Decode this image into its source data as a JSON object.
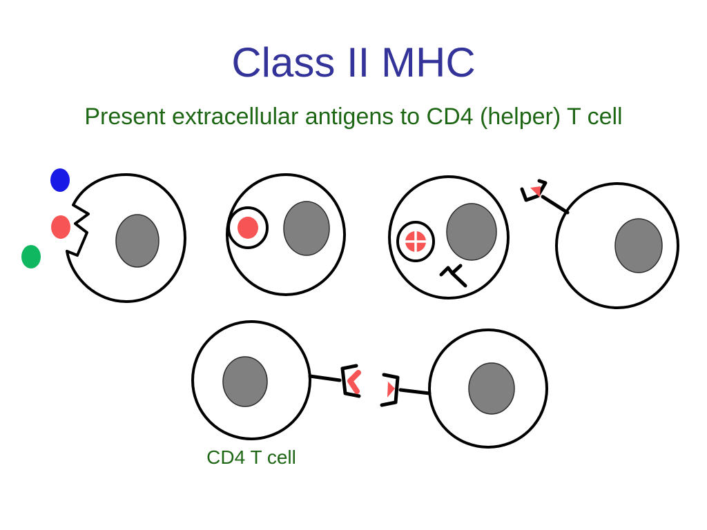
{
  "slide": {
    "title": "Class II MHC",
    "subtitle": "Present extracellular antigens to CD4 (helper) T cell",
    "background_color": "#ffffff",
    "title_color": "#333399",
    "subtitle_color": "#1d6614"
  },
  "labels": {
    "cd4_t_cell": "CD4 T cell"
  },
  "colors": {
    "antigen_red": "#f75555",
    "antigen_blue": "#1a1ae6",
    "antigen_green": "#0fb860",
    "nucleus_gray": "#808080",
    "outline_black": "#000000",
    "cell_fill": "#ffffff"
  },
  "diagram": {
    "top_row": [
      {
        "step": 1,
        "name": "phagocytosis",
        "cell_label": "antigen-presenting cell with engulfing notch",
        "free_antigens": [
          {
            "color_name": "blue",
            "color": "#1a1ae6"
          },
          {
            "color_name": "red",
            "color": "#f75555"
          },
          {
            "color_name": "green",
            "color": "#0fb860"
          }
        ]
      },
      {
        "step": 2,
        "name": "antigen-in-vesicle",
        "cell_label": "antigen enclosed in endosome",
        "vesicle_contents": "red antigen"
      },
      {
        "step": 3,
        "name": "antigen-degradation",
        "cell_label": "antigen degraded in endosome, MHC class II molecule present",
        "vesicle_contents": "red antigen split into fragments",
        "has_mhc_molecule": true
      },
      {
        "step": 4,
        "name": "peptide-mhc-on-surface",
        "cell_label": "peptide-MHC class II complex displayed on cell surface",
        "has_surface_mhc_with_peptide": true
      }
    ],
    "bottom_row": [
      {
        "name": "cd4-t-cell",
        "cell_label": "CD4 T cell bearing T cell receptor",
        "receptor": "T cell receptor"
      },
      {
        "name": "antigen-presenting-cell",
        "cell_label": "antigen-presenting cell bearing peptide-MHC class II",
        "receptor": "peptide-MHC class II"
      }
    ]
  }
}
